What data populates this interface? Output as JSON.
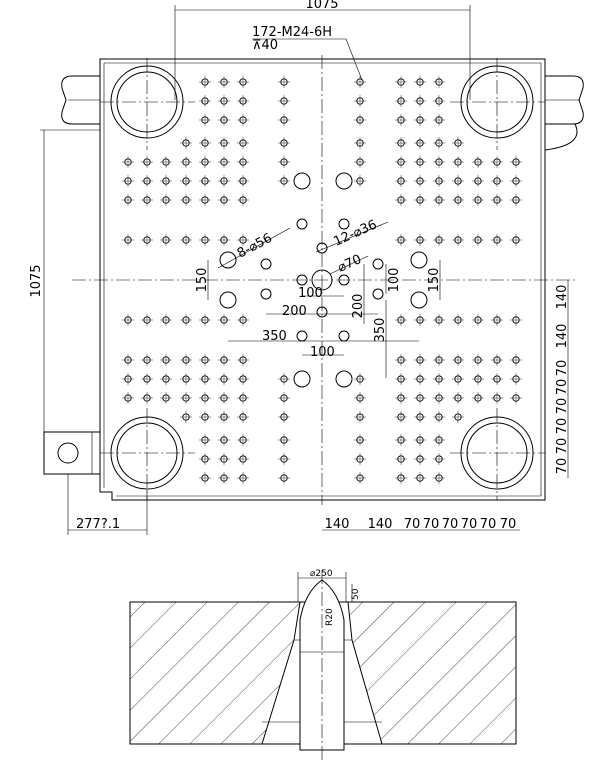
{
  "top_view": {
    "top_width_dim": "1075",
    "left_height_dim": "1075",
    "tapped_holes": "172-M24-6H",
    "tapped_depth": "⊼40",
    "holes_56": "8-⌀56",
    "holes_36": "12-⌀36",
    "center_bore": "⌀70",
    "left_offset": "277?.1",
    "inner": {
      "d100a": "100",
      "d200a": "200",
      "d350": "350",
      "d100b": "100",
      "d200v": "200",
      "d100v": "100",
      "d350v": "350",
      "d150l": "150",
      "d150r": "150"
    },
    "bottom_dims": [
      "140",
      "140",
      "70",
      "70",
      "70",
      "70",
      "70",
      "70"
    ],
    "right_dims": [
      "140",
      "140",
      "70",
      "70",
      "70",
      "70",
      "70",
      "70"
    ]
  },
  "section_view": {
    "nozzle_dia": "⌀250",
    "depth": "50",
    "radius": "R20"
  }
}
